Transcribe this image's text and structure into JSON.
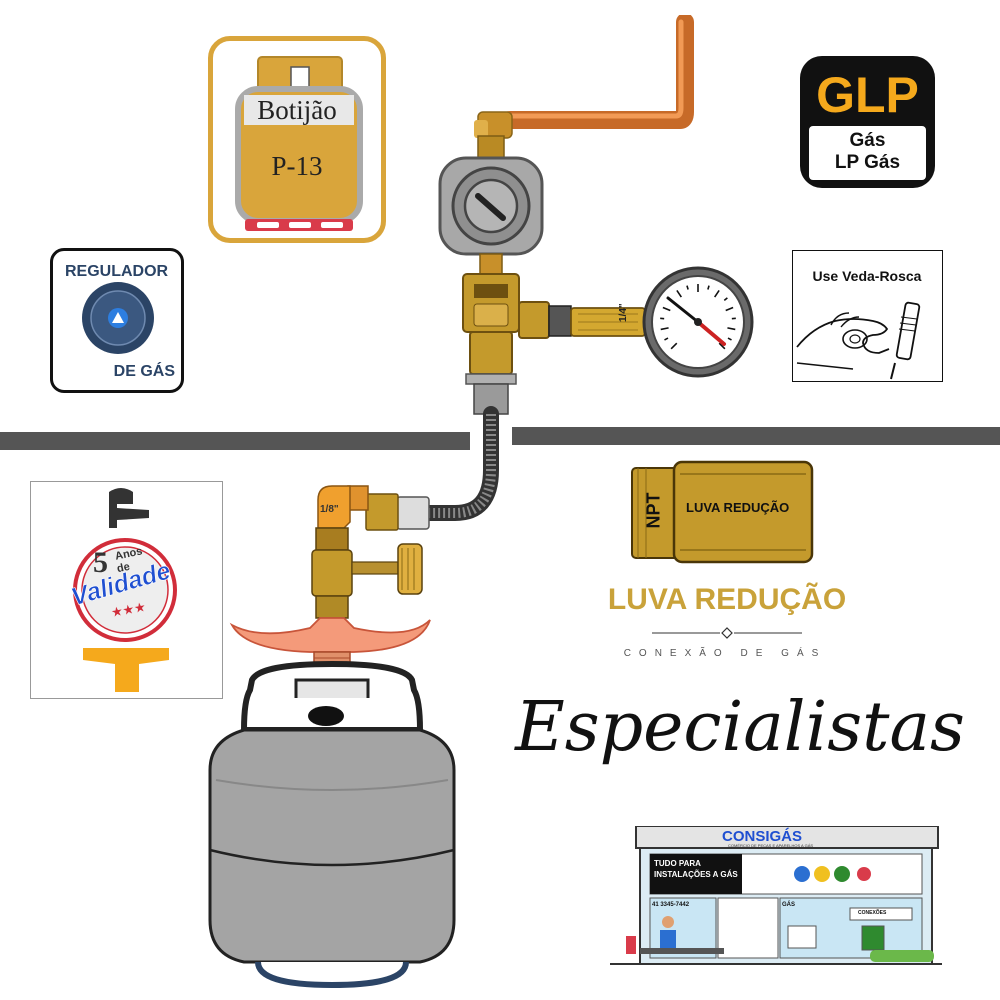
{
  "botijao_card": {
    "title": "Botijão",
    "model": "P-13"
  },
  "glp_card": {
    "title": "GLP",
    "line1": "Gás",
    "line2": "LP Gás"
  },
  "regulador_card": {
    "line1": "REGULADOR",
    "line2": "DE GÁS"
  },
  "veda_rosca_card": {
    "title": "Use Veda-Rosca"
  },
  "validade_card": {
    "number": "5",
    "anos": "Anos",
    "de": "de",
    "label": "Validade",
    "stars": "★★★"
  },
  "luva_fitting": {
    "npt": "NPT",
    "label": "LUVA REDUÇÃO"
  },
  "luva_heading": {
    "title": "LUVA REDUÇÃO",
    "subtitle": "CONEXÃO DE GÁS"
  },
  "specialists": {
    "text": "Especialistas"
  },
  "assembly": {
    "hose_fitting_size": "1/8\"",
    "gauge_fitting_size": "1/4\""
  },
  "store": {
    "brand": "CONSIGÁS",
    "tagline": "COMÉRCIO DE PEÇAS E APARELHOS A GÁS",
    "banner": "TUDO PARA INSTALAÇÕES A GÁS",
    "phone": "41 3345-7442",
    "sign_gas": "GÁS",
    "sign_conexoes": "CONEXÕES"
  },
  "colors": {
    "gold": "#d9a53b",
    "copper": "#e07b2e",
    "brass": "#c49a2c",
    "gray_divider": "#555555",
    "navy": "#2b4466",
    "cylinder_gray": "#a4a4a4"
  }
}
